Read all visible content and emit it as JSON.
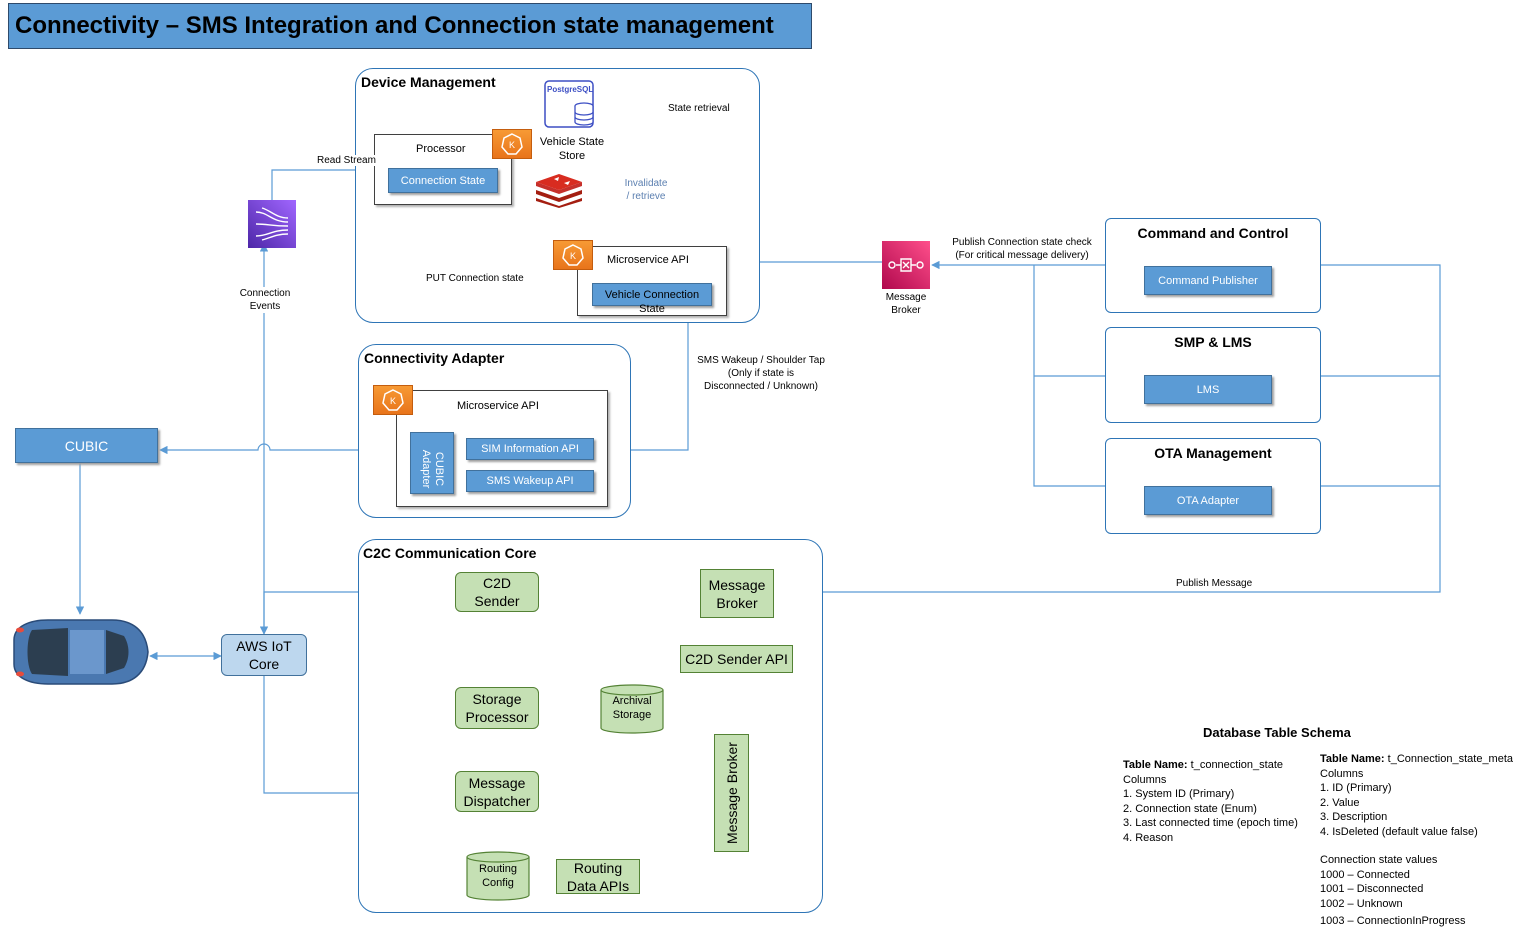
{
  "title": "Connectivity – SMS Integration and Connection state management",
  "groups": {
    "device_management": "Device Management",
    "connectivity_adapter": "Connectivity Adapter",
    "c2c_core": "C2C Communication Core"
  },
  "device_management": {
    "processor": "Processor",
    "connection_state": "Connection State",
    "postgres_badge": "PostgreSQL",
    "vehicle_state_store": "Vehicle State\nStore",
    "microservice_api": "Microservice API",
    "vehicle_connection_state": "Vehicle Connection\nState"
  },
  "connectivity_adapter": {
    "microservice_api": "Microservice API",
    "cubic_adapter": "CUBIC\nAdapter",
    "sim_information_api": "SIM Information API",
    "sms_wakeup_api": "SMS Wakeup API"
  },
  "c2c": {
    "c2d_sender": "C2D\nSender",
    "message_broker": "Message\nBroker",
    "c2d_sender_api": "C2D Sender API",
    "storage_processor": "Storage\nProcessor",
    "archival_storage": "Archival\nStorage",
    "message_dispatcher": "Message\nDispatcher",
    "message_broker_vertical": "Message Broker",
    "routing_config": "Routing\nConfig",
    "routing_data_apis": "Routing\nData APIs"
  },
  "external": {
    "cubic": "CUBIC",
    "aws_iot_core": "AWS IoT\nCore",
    "message_broker": "Message\nBroker"
  },
  "command_systems": [
    {
      "title": "Command and Control",
      "inner": "Command Publisher"
    },
    {
      "title": "SMP & LMS",
      "inner": "LMS"
    },
    {
      "title": "OTA Management",
      "inner": "OTA Adapter"
    }
  ],
  "edge_labels": {
    "read_stream": "Read Stream",
    "state_retrieval": "State retrieval",
    "invalidate_retrieve": "Invalidate\n/ retrieve",
    "put_connection_state": "PUT Connection state",
    "connection_events": "Connection\nEvents",
    "publish_check": "Publish Connection state check\n(For critical message delivery)",
    "sms_wakeup": "SMS Wakeup / Shoulder Tap\n(Only if state is\nDisconnected / Unknown)",
    "publish_message": "Publish Message"
  },
  "schema": {
    "heading": "Database Table Schema",
    "table1_label": "Table Name:",
    "table1_name": " t_connection_state",
    "table1_columns_heading": "Columns",
    "table1_columns": [
      "1. System ID (Primary)",
      "2. Connection state (Enum)",
      "3. Last connected time (epoch time)",
      "4. Reason"
    ],
    "table2_label": "Table Name:",
    "table2_name": " t_Connection_state_meta",
    "table2_columns_heading": "Columns",
    "table2_columns": [
      "1. ID (Primary)",
      "2. Value",
      "3. Description",
      "4. IsDeleted (default value false)"
    ],
    "values_heading": "Connection state values",
    "values": [
      "1000 – Connected",
      "1001 – Disconnected",
      "1002 – Unknown",
      "1003 – ConnectionInProgress"
    ]
  },
  "icons": [
    "kubernetes-icon",
    "postgresql-icon",
    "redis-icon",
    "kinesis-stream-icon",
    "message-broker-icon",
    "car-icon",
    "cylinder-icon"
  ],
  "colors": {
    "accent_blue": "#5b9bd5",
    "light_blue": "#bdd7ee",
    "green": "#c5e0b4",
    "line": "#5b9bd5",
    "orange": "#f79a34",
    "broker_pink": "#e0315a",
    "stream_purple": "#7b3fe4"
  }
}
